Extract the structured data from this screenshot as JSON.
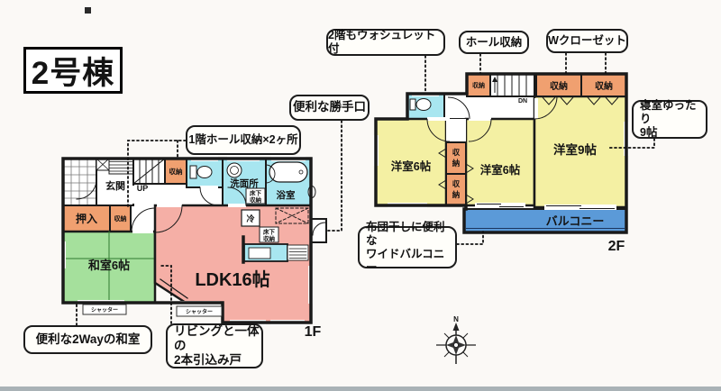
{
  "title": "2号棟",
  "compass_n": "N",
  "callouts": {
    "washlet_2f": "2階もウォシュレット付",
    "hall_storage_2f": "ホール収納",
    "w_closet": "Wクローゼット",
    "bedroom_line1": "寝室ゆったり",
    "bedroom_line2": "9帖",
    "back_door": "便利な勝手口",
    "hall_storage_1f": "1階ホール収納×2ヶ所",
    "balcony_line1": "布団干しに便利な",
    "balcony_line2": "ワイドバルコニー",
    "washitsu_2way": "便利な2Wayの和室",
    "sliding_line1": "リビングと一体の",
    "sliding_line2": "2本引込み戸"
  },
  "f1": {
    "label": "1F",
    "genkan": "玄関",
    "up": "UP",
    "shuno": "収納",
    "oshiire": "押入",
    "washitsu": "和室6帖",
    "ldk": "LDK16帖",
    "senmenjo": "洗面所",
    "yokushitsu": "浴室",
    "yukashita_1": "床下",
    "yukashita_2": "収納",
    "rei": "冷",
    "shutter": "シャッター"
  },
  "f2": {
    "label": "2F",
    "dn": "DN",
    "shuno": "収納",
    "shuno_v1": "収",
    "shuno_v2": "納",
    "yoshitsu6": "洋室6帖",
    "yoshitsu9": "洋室9帖",
    "balcony": "バルコニー"
  },
  "colors": {
    "closet_orange": "#F0A070",
    "tatami_green": "#A5E09C",
    "ldk_pink": "#F5AFA6",
    "water_cyan": "#A8E6F0",
    "room_yellow": "#F4F0A3",
    "balcony_blue": "#5B9AD8",
    "wall": "#1a1a1a"
  }
}
